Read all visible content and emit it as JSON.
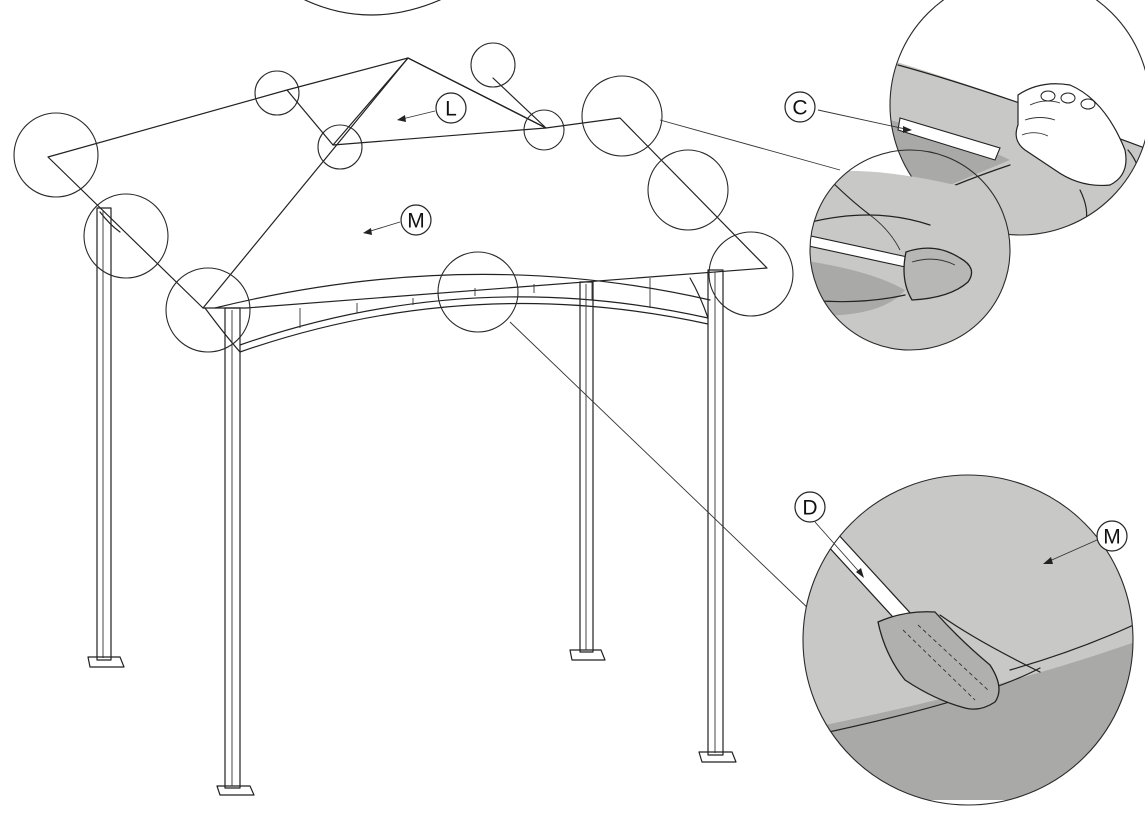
{
  "labels": {
    "L": "L",
    "M": "M",
    "C": "C",
    "D": "D",
    "M_detail": "M"
  },
  "colors": {
    "line": "#222222",
    "fabric": "#c8c8c6",
    "fabric_shadow": "#a9a9a7",
    "background": "#ffffff"
  }
}
